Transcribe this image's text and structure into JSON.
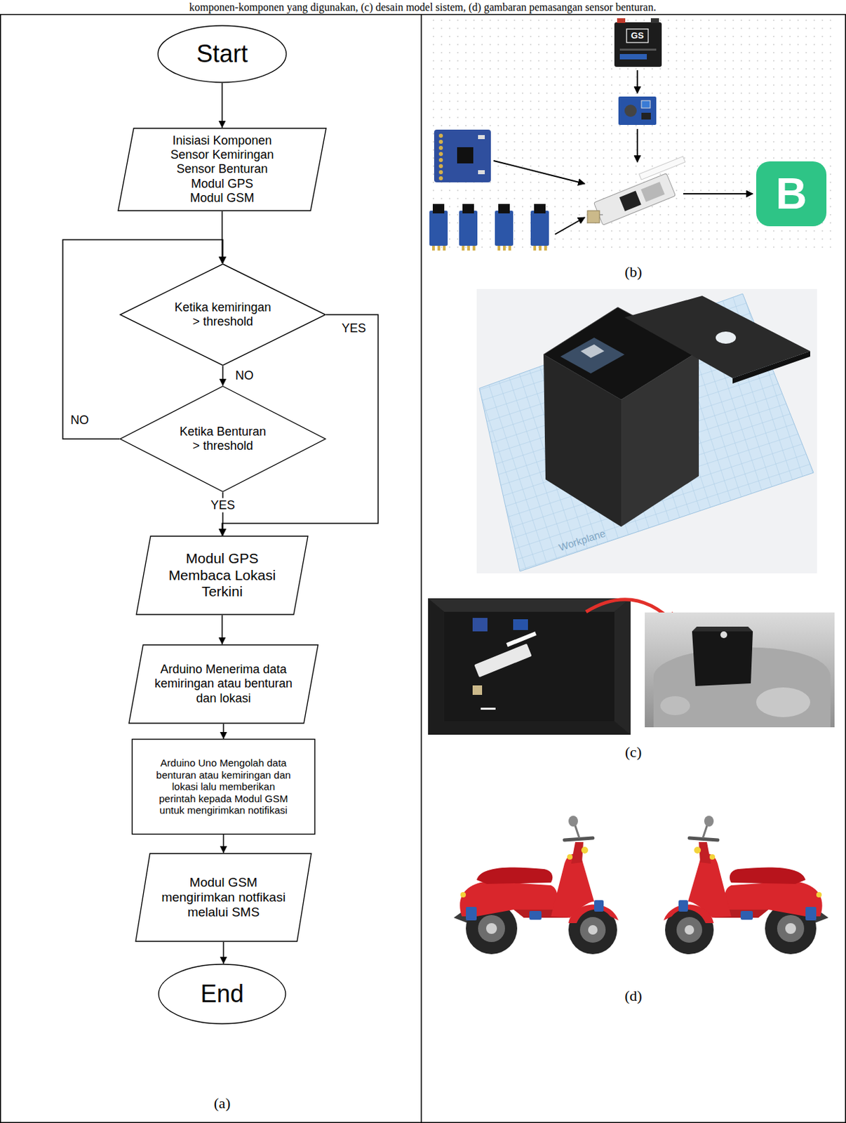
{
  "diagram": {
    "caption": "komponen-komponen yang digunakan, (c) desain model sistem, (d) gambaran pemasangan sensor benturan.",
    "nodes": [
      {
        "text": [
          "Start"
        ]
      },
      {
        "text": [
          "Inisiasi Komponen",
          "Sensor Kemiringan",
          "Sensor Benturan",
          "Modul GPS",
          "Modul GSM"
        ]
      },
      {
        "text": [
          "Ketika kemiringan > threshold"
        ]
      },
      {
        "text": [
          "Ketika Benturan > threshold"
        ]
      },
      {
        "text": [
          "Modul GPS Membaca Lokasi Terkini"
        ]
      },
      {
        "text": [
          "Arduino Menerima data kemiringan atau benturan dan lokasi"
        ]
      },
      {
        "text": [
          "Arduino Uno Mengolah data benturan atau kemiringan dan lokasi lalu memberikan perintah kepada Modul GSM untuk mengirimkan notifikasi"
        ]
      },
      {
        "text": [
          "Modul GSM mengirimkan notfikasi melalui SMS"
        ]
      },
      {
        "text": [
          "End"
        ]
      },
      {
        "text": [
          "B"
        ]
      }
    ],
    "edges": [
      {
        "from": 0,
        "to": 1,
        "arrow": "to"
      },
      {
        "from": 1,
        "to": 2,
        "arrow": "to"
      },
      {
        "from": 2,
        "to": 3,
        "label": "NO",
        "arrow": "to"
      },
      {
        "from": 3,
        "to": 2,
        "label": "NO",
        "arrow": "to"
      },
      {
        "from": 2,
        "to": 4,
        "label": "YES",
        "arrow": "to"
      },
      {
        "from": 3,
        "to": 4,
        "label": "YES",
        "arrow": "to"
      },
      {
        "from": 4,
        "to": 5,
        "arrow": "to"
      },
      {
        "from": 5,
        "to": 6,
        "arrow": "to"
      },
      {
        "from": 6,
        "to": 7,
        "arrow": "to"
      },
      {
        "from": 7,
        "to": 8,
        "arrow": "to"
      }
    ],
    "labels": [
      "(a)",
      "(b)",
      "(c)",
      "(d)",
      "GS",
      "Workplane"
    ]
  }
}
